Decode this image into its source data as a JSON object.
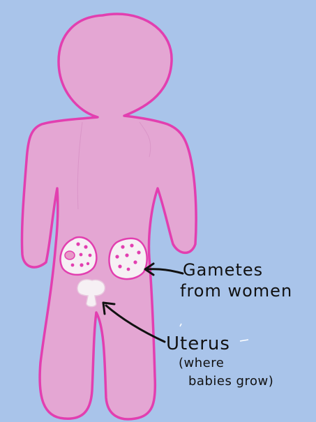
{
  "labels": {
    "gametes_line1": "Gametes",
    "gametes_line2": "from women",
    "uterus": "Uterus",
    "where_line": "(where",
    "babies_line": "babies grow)"
  },
  "colors": {
    "background": "#a9c4ea",
    "body_fill": "#e4a6d3",
    "body_outline": "#e23fb0",
    "organ_fill": "#f6f0f4",
    "egg_dots": "#e23fb0",
    "arrow": "#111111"
  }
}
